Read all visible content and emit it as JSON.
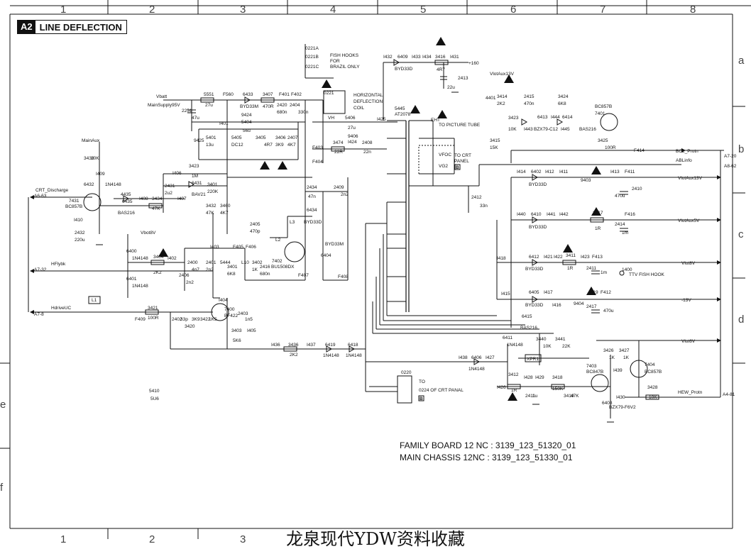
{
  "sheet_tag": "A2",
  "title": "LINE DEFLECTION",
  "grid": {
    "columns": [
      "1",
      "2",
      "3",
      "4",
      "5",
      "6",
      "7",
      "8"
    ],
    "rows": [
      "a",
      "b",
      "c",
      "d",
      "e",
      "f"
    ],
    "bottom_columns": [
      "1",
      "2",
      "3"
    ]
  },
  "board_numbers": {
    "family_board": "FAMILY BOARD 12 NC : 3139_123_51320_01",
    "main_chassis": "MAIN CHASSIS 12NC : 3139_123_51330_01"
  },
  "watermark": "龙泉现代YDW资料收藏",
  "connectors_left": [
    {
      "id": "A6-63",
      "label": "CRT_Discharge"
    },
    {
      "id": "A7-32",
      "label": "HFlybk"
    },
    {
      "id": "A7-8",
      "label": "HdriveUC"
    }
  ],
  "connectors_right": [
    {
      "id": "A7-20",
      "label": "BCL_Protn"
    },
    {
      "id": "A8-62",
      "label": "ABLinfo"
    },
    {
      "id": "",
      "label": "VlotAux13V"
    },
    {
      "id": "",
      "label": "VlotAux5V"
    },
    {
      "id": "",
      "label": "Vlot8V"
    },
    {
      "id": "",
      "label": "-13V"
    },
    {
      "id": "",
      "label": "Vlot6V"
    },
    {
      "id": "A4-81",
      "label": "HEW_Protn"
    }
  ],
  "notes": {
    "fish_hooks": [
      "FISH HOOKS",
      "FOR",
      "BRAZIL ONLY"
    ],
    "horizontal_coil": [
      "HORIZONTAL",
      "DEFLECTION",
      "COIL"
    ],
    "eht": [
      "EHT",
      "TO PICTURE TUBE"
    ],
    "to_crt_panel": [
      "TO CRT",
      "PANEL"
    ],
    "to_crt_panal": [
      "TO",
      "0224 OF CRT PANAL"
    ],
    "ttv_fish_hook": "TTV FISH HOOK"
  },
  "components": {
    "top": [
      "0221A",
      "0221B",
      "0221C",
      "0221",
      "I432",
      "6409",
      "BYD33D",
      "I433",
      "I434",
      "3416",
      "4R7",
      "I431",
      "+160",
      "2413",
      "22u",
      "VlotAux13V",
      "2415",
      "470n",
      "3424",
      "6K8",
      "3414",
      "2K2",
      "4401",
      "BC857B",
      "7401",
      "6413",
      "I444",
      "6414",
      "I443",
      "BZX79-C12",
      "I445",
      "BAS216",
      "3423",
      "10K",
      "3415",
      "15K",
      "3425",
      "100R",
      "F414"
    ],
    "upper_mid": [
      "Vbatt",
      "MainSupply95V",
      "5551",
      "27u",
      "F560",
      "6433",
      "BYD33M",
      "3407",
      "470R",
      "F401",
      "F402",
      "2251",
      "47u",
      "I401",
      "9424",
      "5404",
      "56u",
      "2420",
      "680n",
      "2404",
      "330n",
      "VH",
      "5406",
      "27u",
      "9406",
      "3474",
      "22R",
      "I424",
      "2408",
      "22n",
      "I425",
      "5445",
      "AT2078",
      "9425",
      "5401",
      "13u",
      "5405",
      "DC12",
      "3405",
      "4R7",
      "3406",
      "3K9",
      "2407",
      "4K7",
      "F403",
      "F404",
      "VFOC",
      "VG2"
    ],
    "left": [
      "MainAux",
      "3438",
      "10K",
      "I409",
      "7431",
      "BC857B",
      "6432",
      "1N4148",
      "4435",
      "6435",
      "BAS216",
      "I408",
      "3434",
      "47K",
      "2432",
      "220u",
      "I410",
      "3423",
      "1M",
      "I406",
      "6431",
      "BAV21",
      "2431",
      "2u2",
      "I407",
      "3401",
      "220K",
      "3432",
      "47K",
      "3460",
      "4K7",
      "2405",
      "470p",
      "2434",
      "47n",
      "2409",
      "2n2",
      "6434",
      "BYD33D",
      "L3",
      "L2",
      "7402",
      "BU1508DX",
      "F407",
      "2406",
      "2n2",
      "3401",
      "6K8",
      "F408",
      "BYD33M",
      "6404",
      "6400",
      "1N4148",
      "Vbot8V",
      "3404",
      "2K2",
      "I402",
      "6401",
      "1N4148",
      "2400",
      "4n7",
      "I403",
      "F405",
      "F406",
      "2401",
      "2n2",
      "5444",
      "L10",
      "3402",
      "1K",
      "2416",
      "680n",
      "2403",
      "1n5",
      "I404",
      "7400",
      "BF422",
      "3403",
      "5K6",
      "I405",
      "3421",
      "100R",
      "F409",
      "2402",
      "33p",
      "3420",
      "3K9",
      "3422",
      "1K5",
      "L1"
    ],
    "bottom_mid": [
      "I436",
      "3436",
      "2K2",
      "I437",
      "6419",
      "1N4148",
      "6418",
      "1N4148",
      "0220",
      "5410",
      "5U6"
    ],
    "right": [
      "I414",
      "6402",
      "BYD33D",
      "I412",
      "I411",
      "9403",
      "I413",
      "F411",
      "2410",
      "470u",
      "2412",
      "33n",
      "I440",
      "6410",
      "BYD33D",
      "I441",
      "I442",
      "3417",
      "1R",
      "F416",
      "2414",
      "1m",
      "I418",
      "6412",
      "BYD33D",
      "I421",
      "I422",
      "3411",
      "1R",
      "I423",
      "F413",
      "2411",
      "1m",
      "1400",
      "I415",
      "6405",
      "BYD33D",
      "I417",
      "I416",
      "9404",
      "I419",
      "F412",
      "2417",
      "470u",
      "6415",
      "BAS216",
      "3440",
      "10K",
      "3441",
      "22K",
      "I438",
      "6406",
      "1N4148",
      "I427",
      "6411",
      "1N4148",
      "XPR1",
      "3412",
      "1R",
      "I426",
      "I428",
      "I429",
      "3418",
      "150K",
      "3419",
      "47K",
      "2411",
      "1u",
      "7403",
      "BC847B",
      "6408",
      "BZX79-F6V2",
      "I430",
      "3426",
      "1K",
      "3427",
      "1K",
      "I439",
      "7404",
      "BC857B",
      "3428",
      "10K"
    ]
  },
  "warning_symbol": "!",
  "badge_letter": "B"
}
